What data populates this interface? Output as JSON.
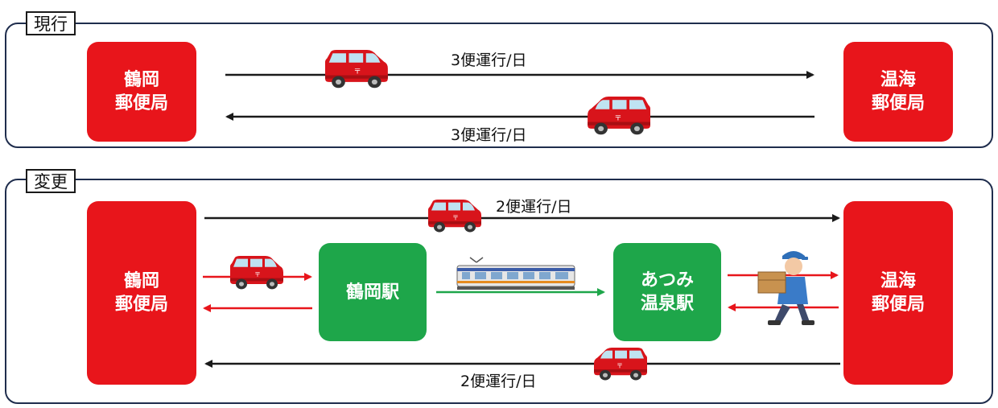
{
  "current": {
    "tag": "現行",
    "left_office": [
      "鶴岡",
      "郵便局"
    ],
    "right_office": [
      "温海",
      "郵便局"
    ],
    "outbound_label": "3便運行/日",
    "return_label": "3便運行/日"
  },
  "changed": {
    "tag": "変更",
    "left_office": [
      "鶴岡",
      "郵便局"
    ],
    "right_office": [
      "温海",
      "郵便局"
    ],
    "outbound_label": "2便運行/日",
    "return_label": "2便運行/日",
    "station_a": [
      "鶴岡駅"
    ],
    "station_b": [
      "あつみ",
      "温泉駅"
    ]
  },
  "colors": {
    "office_red": "#e8151b",
    "station_green": "#1ea64a",
    "arrow_black": "#1a1a1a",
    "arrow_red": "#e8151b",
    "arrow_green": "#1ea64a",
    "panel_border": "#1f2d4d"
  },
  "icons": [
    "van-icon",
    "train-icon",
    "delivery-person-icon"
  ]
}
